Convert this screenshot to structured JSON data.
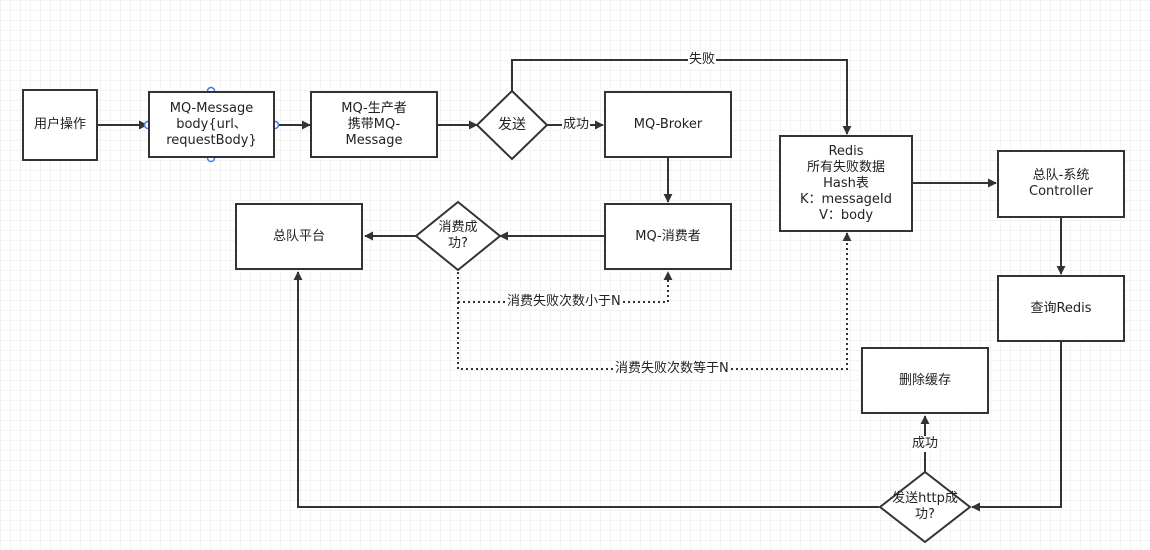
{
  "nodes": {
    "user_op": "用户操作",
    "mq_message": [
      "MQ-Message",
      "body{url、",
      "requestBody}"
    ],
    "producer": [
      "MQ-生产者",
      "携带MQ-",
      "Message"
    ],
    "send_decision": "发送",
    "broker": "MQ-Broker",
    "redis": [
      "Redis",
      "所有失败数据",
      "Hash表",
      "K：messageId",
      "V：body"
    ],
    "controller": [
      "总队-系统",
      "Controller"
    ],
    "consumer": "MQ-消费者",
    "consume_decision": [
      "消费成",
      "功?"
    ],
    "platform": "总队平台",
    "query_redis": "查询Redis",
    "delete_cache": "删除缓存",
    "http_decision": [
      "发送http成",
      "功?"
    ]
  },
  "edge_labels": {
    "send_fail": "失败",
    "send_success": "成功",
    "retry_less_n": "消费失败次数小于N",
    "retry_equal_n": "消费失败次数等于N",
    "http_success": "成功"
  },
  "colors": {
    "line": "#333333",
    "anchor": "#3d7be5"
  }
}
